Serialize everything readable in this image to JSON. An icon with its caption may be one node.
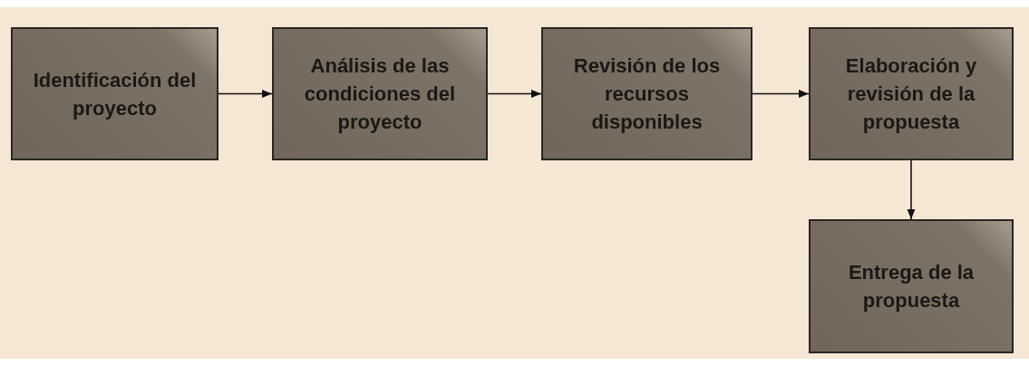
{
  "diagram": {
    "nodes": [
      {
        "text": [
          "Identificación del proyecto"
        ]
      },
      {
        "text": [
          "Análisis de las condiciones del proyecto"
        ]
      },
      {
        "text": [
          "Revisión de los recursos disponibles"
        ]
      },
      {
        "text": [
          "Elaboración y revisión de la propuesta"
        ]
      },
      {
        "text": [
          "Entrega de la propuesta"
        ]
      }
    ],
    "edges": [
      {
        "from": 0,
        "to": 1,
        "arrow": "to"
      },
      {
        "from": 1,
        "to": 2,
        "arrow": "to"
      },
      {
        "from": 2,
        "to": 3,
        "arrow": "to"
      },
      {
        "from": 3,
        "to": 4,
        "arrow": "to"
      }
    ]
  }
}
